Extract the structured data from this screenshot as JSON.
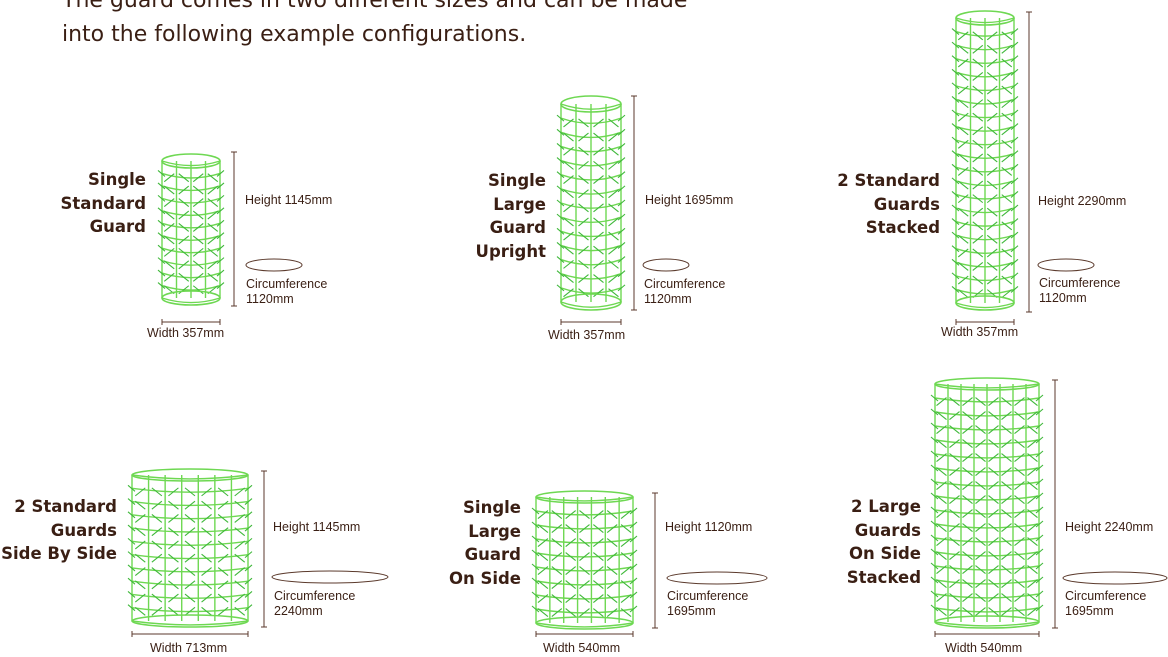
{
  "intro": {
    "line1": "The guard comes in two different sizes and can be made",
    "line2": "into the following example configurations."
  },
  "colors": {
    "wire": "#6ed852",
    "spike": "#3fb83a",
    "text": "#3a1f14",
    "ellipse": "#5b3a2c"
  },
  "configs": [
    {
      "name_lines": [
        "Single",
        "Standard",
        "Guard"
      ],
      "height": "Height 1145mm",
      "circ_label": "Circumference",
      "circ_value": "1120mm",
      "width": "Width 357mm"
    },
    {
      "name_lines": [
        "Single",
        "Large",
        "Guard",
        "Upright"
      ],
      "height": "Height 1695mm",
      "circ_label": "Circumference",
      "circ_value": "1120mm",
      "width": "Width 357mm"
    },
    {
      "name_lines": [
        "2 Standard",
        "Guards",
        "Stacked"
      ],
      "height": "Height 2290mm",
      "circ_label": "Circumference",
      "circ_value": "1120mm",
      "width": "Width 357mm"
    },
    {
      "name_lines": [
        "2 Standard",
        "Guards",
        "Side By Side"
      ],
      "height": "Height 1145mm",
      "circ_label": "Circumference",
      "circ_value": "2240mm",
      "width": "Width 713mm"
    },
    {
      "name_lines": [
        "Single",
        "Large",
        "Guard",
        "On Side"
      ],
      "height": "Height 1120mm",
      "circ_label": "Circumference",
      "circ_value": "1695mm",
      "width": "Width 540mm"
    },
    {
      "name_lines": [
        "2 Large",
        "Guards",
        "On Side",
        "Stacked"
      ],
      "height": "Height 2240mm",
      "circ_label": "Circumference",
      "circ_value": "1695mm",
      "width": "Width 540mm"
    }
  ]
}
